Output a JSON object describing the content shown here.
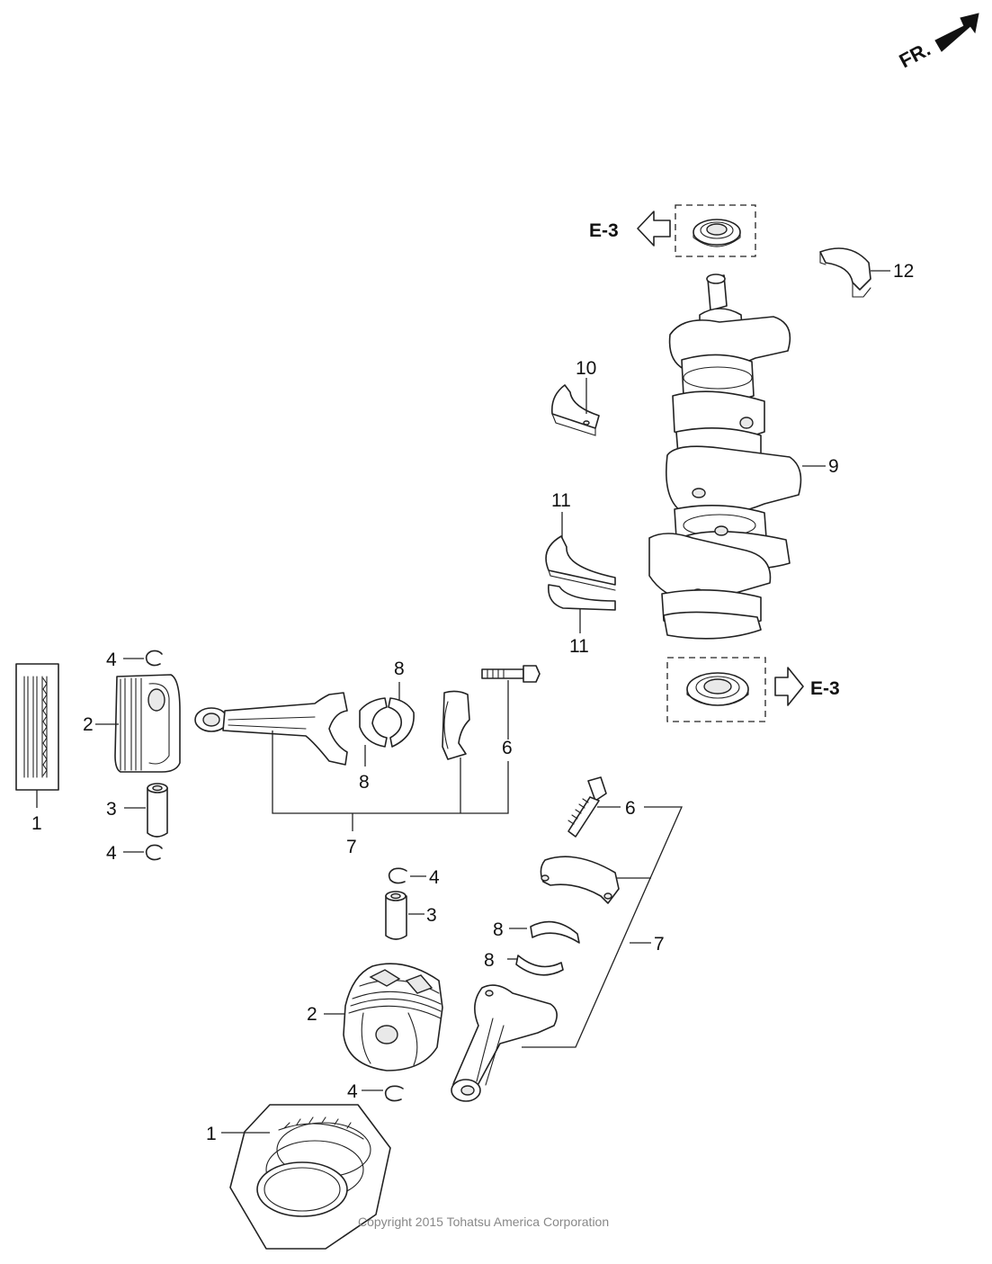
{
  "diagram": {
    "direction_label": "FR.",
    "copyright": "Copyright 2015 Tohatsu America Corporation",
    "references": {
      "upper_ref": "E-3",
      "lower_ref": "E-3"
    },
    "callouts": {
      "c1_top": "1",
      "c2_top": "2",
      "c3_top": "3",
      "c4_top_a": "4",
      "c4_top_b": "4",
      "c6_top": "6",
      "c7_top": "7",
      "c8_top_a": "8",
      "c8_top_b": "8",
      "c9": "9",
      "c10": "10",
      "c11_a": "11",
      "c11_b": "11",
      "c12": "12",
      "c1_bottom": "1",
      "c2_bottom": "2",
      "c3_bottom": "3",
      "c4_bottom_a": "4",
      "c4_bottom_b": "4",
      "c6_bottom": "6",
      "c7_bottom": "7",
      "c8_bottom_a": "8",
      "c8_bottom_b": "8"
    }
  }
}
